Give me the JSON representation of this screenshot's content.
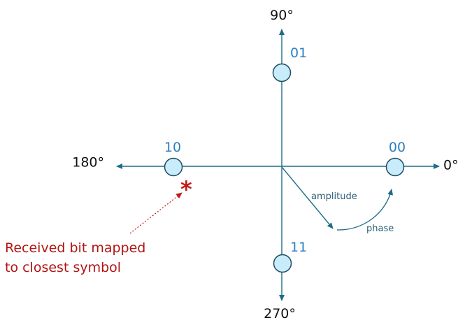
{
  "axis_labels": {
    "deg_90": "90°",
    "deg_0": "0°",
    "deg_180": "180°",
    "deg_270": "270°"
  },
  "symbols": [
    {
      "bits": "01",
      "angle": "90°"
    },
    {
      "bits": "00",
      "angle": "0°"
    },
    {
      "bits": "10",
      "angle": "180°"
    },
    {
      "bits": "11",
      "angle": "270°"
    }
  ],
  "annotations": {
    "amplitude": "amplitude",
    "phase": "phase",
    "received_marker": "*",
    "note_line1": "Received bit mapped",
    "note_line2": "to closest symbol"
  },
  "colors": {
    "axis": "#1f6d86",
    "symbol_fill": "#c9ecfb",
    "symbol_stroke": "#1f4d63",
    "symbol_text": "#2e7fc1",
    "note": "#b31313"
  }
}
